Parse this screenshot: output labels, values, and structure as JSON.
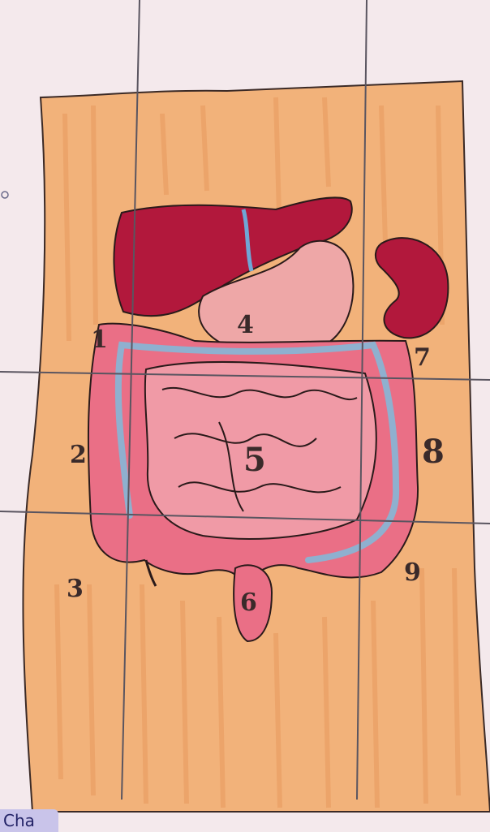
{
  "labels": {
    "region_1": "1",
    "region_2": "2",
    "region_3": "3",
    "region_4": "4",
    "region_5": "5",
    "region_6": "6",
    "region_7": "7",
    "region_8": "8",
    "region_9": "9"
  },
  "corner_tab": "Cha",
  "colors": {
    "paper": "#f4e9ec",
    "skin": "#f2b27a",
    "liver": "#b2183c",
    "stomach": "#eea7a7",
    "intestine": "#e97d8f",
    "colon": "#ea6f86",
    "colon_inner": "#8fb0cf",
    "grid_line": "#5a5560"
  }
}
